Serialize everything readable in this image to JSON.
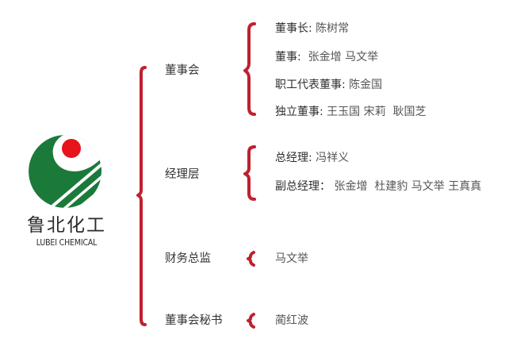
{
  "logo": {
    "name_cn": "鲁北化工",
    "name_en": "LUBEI CHEMICAL",
    "colors": {
      "green": "#1b7a3a",
      "red": "#e8141b"
    }
  },
  "colors": {
    "brace": "#c0202e",
    "label": "#2e2e2e",
    "value": "#555555"
  },
  "categories": [
    {
      "title": "董事会",
      "members": [
        {
          "role": "董事长:",
          "names": " 陈树常"
        },
        {
          "role": "董事:",
          "names": "  张金增 马文举"
        },
        {
          "role": "职工代表董事:",
          "names": " 陈金国"
        },
        {
          "role": "独立董事:",
          "names": " 王玉国 宋莉  耿国芝"
        }
      ]
    },
    {
      "title": "经理层",
      "members": [
        {
          "role": "总经理:",
          "names": " 冯祥义"
        },
        {
          "role": "副总经理：",
          "names": " 张金增  杜建豹 马文举 王真真"
        }
      ]
    },
    {
      "title": "财务总监",
      "value": "马文举"
    },
    {
      "title": "董事会秘书",
      "value": "蔺红波"
    }
  ]
}
